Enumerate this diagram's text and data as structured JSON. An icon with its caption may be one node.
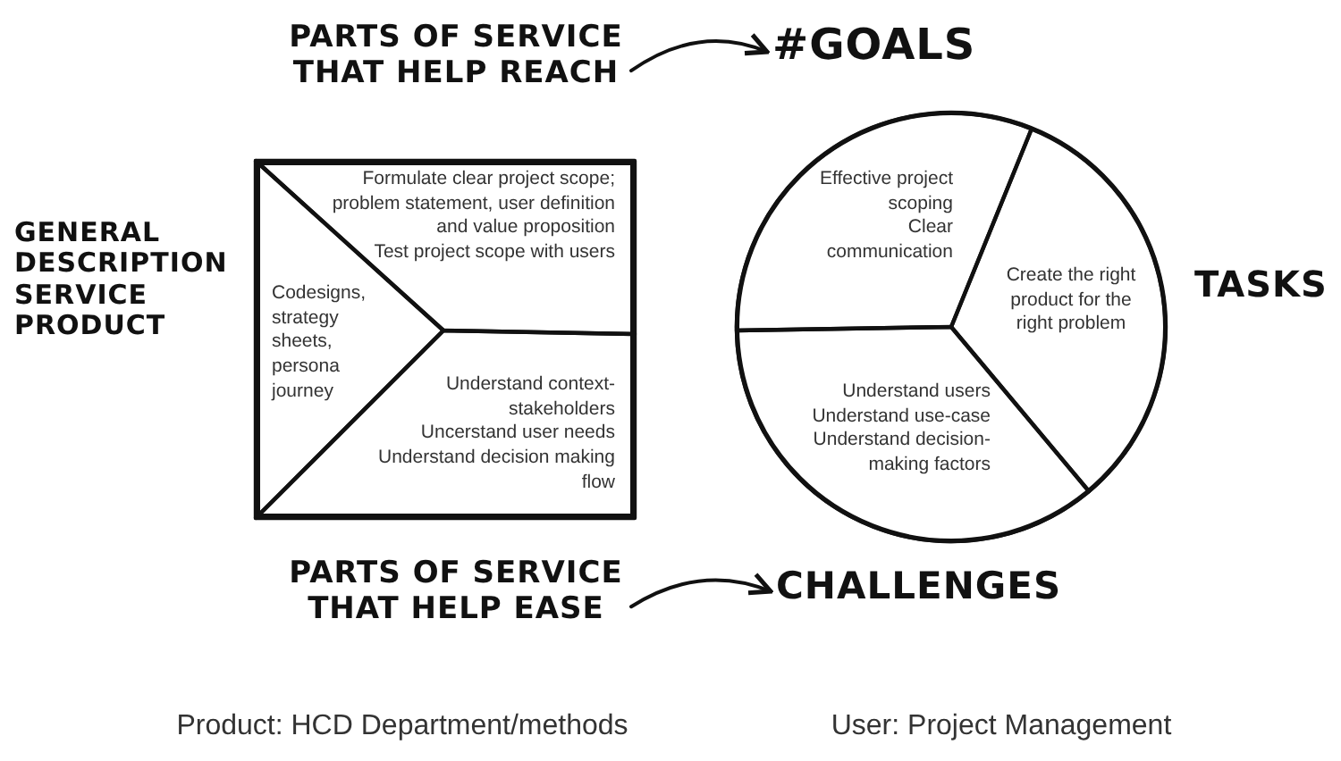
{
  "diagram": {
    "nodes": [
      {
        "text": [
          "PARTS OF SERVICE THAT HELP REACH"
        ]
      },
      {
        "text": [
          "#GOALS"
        ]
      },
      {
        "text": [],
        "shape": "box"
      },
      {
        "text": [
          "Formulate clear project scope; problem statement, user definition and value proposition",
          "Test project scope with users"
        ],
        "in": 2
      },
      {
        "text": [
          "Codesigns, strategy sheets, persona journey"
        ],
        "in": 2
      },
      {
        "text": [
          "Understand context-stakeholders",
          "Uncerstand user needs",
          "Understand decision making flow"
        ],
        "in": 2
      },
      {
        "text": [],
        "shape": "circle"
      },
      {
        "text": [
          "Effective project scoping",
          "Clear communication"
        ],
        "in": 6
      },
      {
        "text": [
          "Create the right product for the right problem"
        ],
        "in": 6
      },
      {
        "text": [
          "Understand users",
          "Understand use-case",
          "Understand decision-making factors"
        ],
        "in": 6
      },
      {
        "text": [
          "PARTS OF SERVICE THAT HELP EASE"
        ]
      },
      {
        "text": [
          "CHALLENGES"
        ]
      }
    ],
    "edges": [
      {
        "from": 0,
        "to": 1,
        "arrow": "to"
      },
      {
        "from": 10,
        "to": 11,
        "arrow": "to"
      }
    ],
    "labels": [
      "GENERAL DESCRIPTION SERVICE PRODUCT",
      "TASKS",
      "Product: HCD Department/methods",
      "User: Project Management"
    ]
  }
}
